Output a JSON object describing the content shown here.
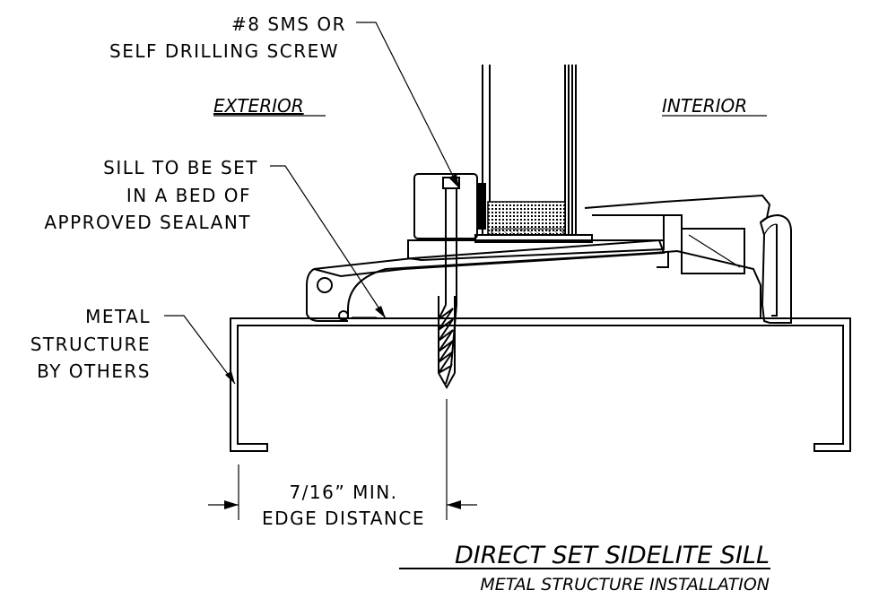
{
  "labels": {
    "screw_line1": "#8 SMS OR",
    "screw_line2": "SELF DRILLING SCREW",
    "exterior": "EXTERIOR",
    "interior": "INTERIOR",
    "sill_line1": "SILL TO BE SET",
    "sill_line2": "IN A BED OF",
    "sill_line3": "APPROVED SEALANT",
    "metal_line1": "METAL",
    "metal_line2": "STRUCTURE",
    "metal_line3": "BY OTHERS",
    "dim_line1": "7/16” MIN.",
    "dim_line2": "EDGE DISTANCE",
    "title": "DIRECT SET SIDELITE SILL",
    "subtitle": "METAL STRUCTURE INSTALLATION"
  }
}
